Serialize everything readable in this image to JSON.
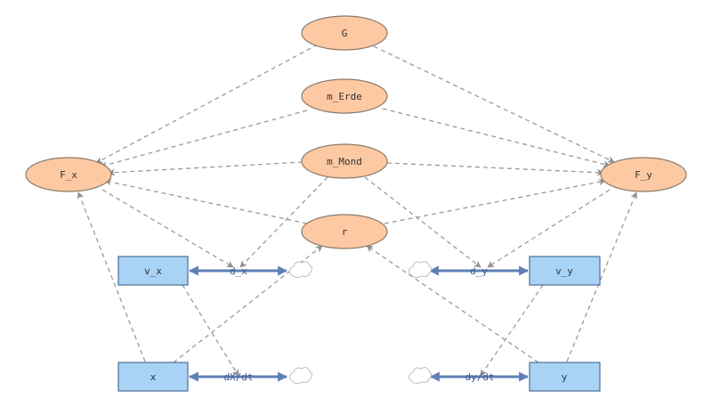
{
  "auxiliaries": {
    "G": "G",
    "m_erde": "m_Erde",
    "m_mond": "m_Mond",
    "r": "r",
    "f_x": "F_x",
    "f_y": "F_y"
  },
  "stocks": {
    "v_x": "v_x",
    "v_y": "v_y",
    "x": "x",
    "y": "y"
  },
  "flows": {
    "d_x": "d_x",
    "d_y": "d_y",
    "dx_dt": "dX/dt",
    "dy_dt": "dy/dt"
  },
  "colors": {
    "auxiliary_fill": "#fdc9a3",
    "stock_fill": "#a9d3f5",
    "flow_stroke": "#5f7fb8",
    "link_stroke": "#9a9a9a"
  }
}
